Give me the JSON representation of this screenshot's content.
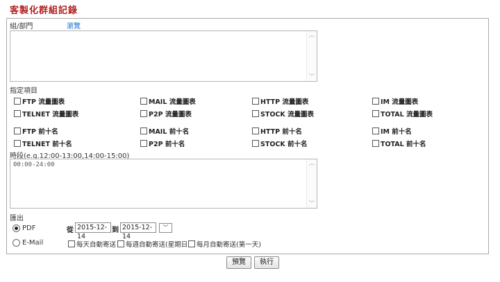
{
  "page": {
    "title": "客製化群組記錄"
  },
  "group": {
    "label": "組/部門",
    "browse": "瀏覽",
    "textarea_value": ""
  },
  "items": {
    "label": "指定項目",
    "charts": [
      "FTP 流量圖表",
      "MAIL 流量圖表",
      "HTTP 流量圖表",
      "IM 流量圖表",
      "TELNET 流量圖表",
      "P2P 流量圖表",
      "STOCK 流量圖表",
      "TOTAL 流量圖表"
    ],
    "topten": [
      "FTP 前十名",
      "MAIL 前十名",
      "HTTP 前十名",
      "IM 前十名",
      "TELNET 前十名",
      "P2P 前十名",
      "STOCK 前十名",
      "TOTAL 前十名"
    ]
  },
  "time": {
    "label": "時段(e.g.12:00-13:00,14:00-15:00)",
    "value": "00:00-24:00"
  },
  "export": {
    "label": "匯出",
    "pdf": "PDF",
    "email": "E-Mail",
    "from_label": "從",
    "to_label": "到",
    "from_date": "2015-12-14",
    "to_date": "2015-12-14",
    "daily": "每天自動寄送",
    "weekly": "每週自動寄送(星期日)",
    "monthly": "每月自動寄送(第一天)"
  },
  "buttons": {
    "preview": "預覽",
    "execute": "執行"
  }
}
